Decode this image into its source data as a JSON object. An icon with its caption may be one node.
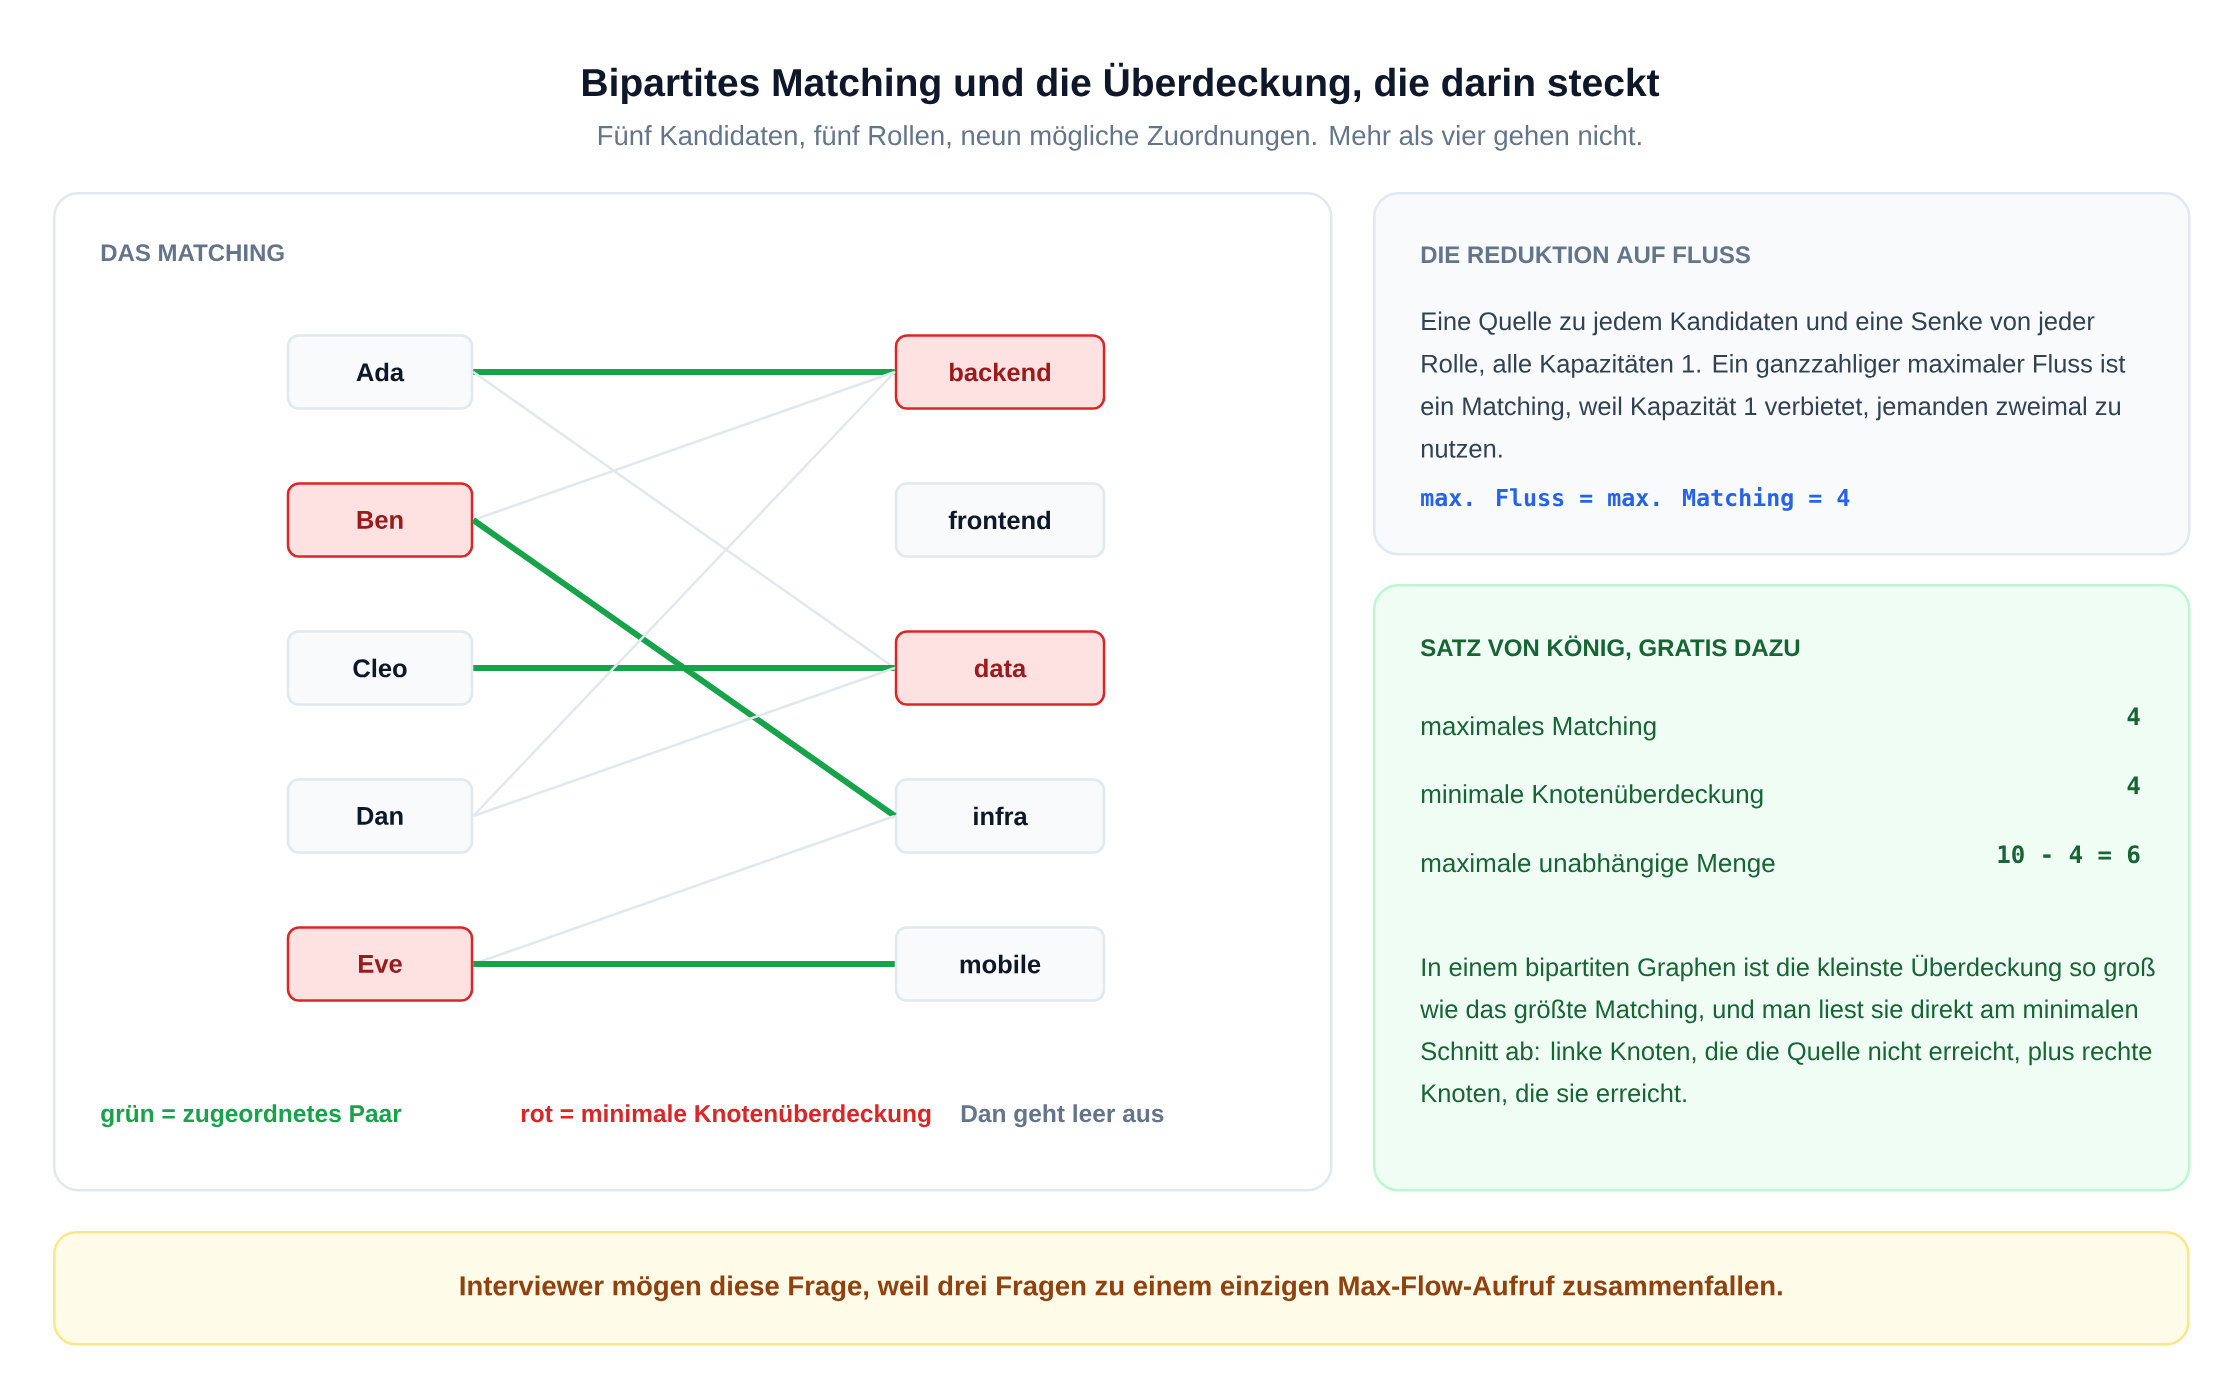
{
  "diagram": {
    "title": "Bipartites Matching und die Überdeckung, die darin steckt",
    "nodes": [
      {
        "text": [
          "DAS MATCHING",
          "grün = zugeordnetes Paar",
          "rot = minimale Knotenüberdeckung",
          "Dan geht leer aus"
        ]
      },
      {
        "text": [
          "Ada"
        ],
        "in": 0
      },
      {
        "text": [
          "Ben"
        ],
        "in": 0
      },
      {
        "text": [
          "Cleo"
        ],
        "in": 0
      },
      {
        "text": [
          "Dan"
        ],
        "in": 0
      },
      {
        "text": [
          "Eve"
        ],
        "in": 0
      },
      {
        "text": [
          "backend"
        ],
        "in": 0
      },
      {
        "text": [
          "frontend"
        ],
        "in": 0
      },
      {
        "text": [
          "data"
        ],
        "in": 0
      },
      {
        "text": [
          "infra"
        ],
        "in": 0
      },
      {
        "text": [
          "mobile"
        ],
        "in": 0
      },
      {
        "text": [
          "DIE REDUKTION AUF FLUSS",
          "Eine Quelle zu jedem Kandidaten und eine Senke von jeder Rolle, alle Kapazitäten 1. Ein ganzzahliger maximaler Fluss ist ein Matching, weil Kapazität 1 verbietet, jemanden zweimal zu nutzen.",
          "max. Fluss = max. Matching = 4"
        ]
      },
      {
        "text": [
          "SATZ VON KÖNIG, GRATIS DAZU",
          "maximales Matching",
          "4",
          "minimale Knotenüberdeckung",
          "4",
          "maximale unabhängige Menge",
          "10 - 4 = 6",
          "In einem bipartiten Graphen ist die kleinste Überdeckung so groß wie das größte Matching, und man liest sie direkt am minimalen Schnitt ab: linke Knoten, die die Quelle nicht erreicht, plus rechte Knoten, die sie erreicht."
        ]
      },
      {
        "text": [
          "Interviewer mögen diese Frage, weil drei Fragen zu einem einzigen Max-Flow-Aufruf zusammenfallen."
        ]
      }
    ],
    "edges": [
      {
        "from": 1,
        "to": 6,
        "arrow": "none",
        "style": "thick",
        "color": "#16a34a"
      },
      {
        "from": 1,
        "to": 8,
        "arrow": "none"
      },
      {
        "from": 2,
        "to": 6,
        "arrow": "none"
      },
      {
        "from": 2,
        "to": 9,
        "arrow": "none",
        "style": "thick",
        "color": "#16a34a"
      },
      {
        "from": 3,
        "to": 8,
        "arrow": "none",
        "style": "thick",
        "color": "#16a34a"
      },
      {
        "from": 4,
        "to": 6,
        "arrow": "none"
      },
      {
        "from": 4,
        "to": 8,
        "arrow": "none"
      },
      {
        "from": 5,
        "to": 9,
        "arrow": "none"
      },
      {
        "from": 5,
        "to": 10,
        "arrow": "none",
        "style": "thick",
        "color": "#16a34a"
      }
    ],
    "labels": [
      "Fünf Kandidaten, fünf Rollen, neun mögliche Zuordnungen. Mehr als vier gehen nicht."
    ]
  }
}
